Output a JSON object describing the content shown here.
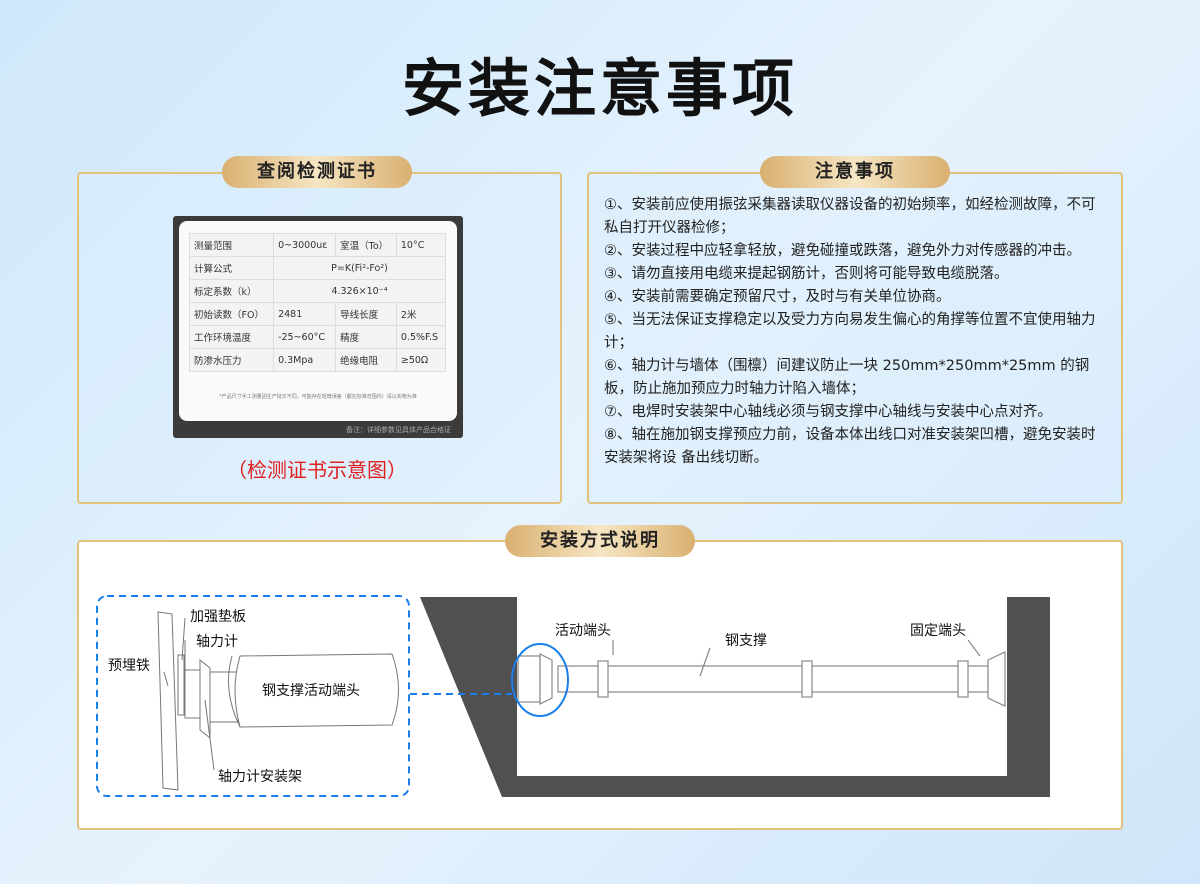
{
  "title": "安装注意事项",
  "certificate": {
    "badge": "查阅检测证书",
    "rows": [
      [
        "测量范围",
        "0~3000uε",
        "室温（To）",
        "10°C"
      ],
      [
        "计算公式",
        "P=K(Fi²-Fo²)"
      ],
      [
        "标定系数（k）",
        "4.326×10⁻⁴"
      ],
      [
        "初始读数（FO）",
        "2481",
        "导线长度",
        "2米"
      ],
      [
        "工作环境温度",
        "-25~60°C",
        "精度",
        "0.5%F.S"
      ],
      [
        "防渗水压力",
        "0.3Mpa",
        "绝缘电阻",
        "≥50Ω"
      ]
    ],
    "note": "*产品尺寸手工测量因生产批次不同，可能存在轻微误差（都在标准范围内）请以实物为准",
    "footer": "备注：详细参数见具体产品合格证",
    "caption": "（检测证书示意图）"
  },
  "notes": {
    "badge": "注意事项",
    "items": [
      "①、安装前应使用振弦采集器读取仪器设备的初始频率，如经检测故障，不可私自打开仪器检修；",
      "②、安装过程中应轻拿轻放，避免碰撞或跌落，避免外力对传感器的冲击。",
      "③、请勿直接用电缆来提起钢筋计，否则将可能导致电缆脱落。",
      "④、安装前需要确定预留尺寸，及时与有关单位协商。",
      "⑤、当无法保证支撑稳定以及受力方向易发生偏心的角撑等位置不宜使用轴力计；",
      "⑥、轴力计与墙体（围檩）间建议防止一块 250mm*250mm*25mm 的钢板，防止施加预应力时轴力计陷入墙体；",
      "⑦、电焊时安装架中心轴线必须与钢支撑中心轴线与安装中心点对齐。",
      "⑧、轴在施加钢支撑预应力前，设备本体出线口对准安装架凹槽，避免安装时安装架将设 备出线切断。"
    ]
  },
  "install": {
    "badge": "安装方式说明",
    "labels": {
      "pad": "加强垫板",
      "meter": "轴力计",
      "embed": "预埋铁",
      "active_head_detail": "钢支撑活动端头",
      "bracket": "轴力计安装架",
      "active_head": "活动端头",
      "steel_brace": "钢支撑",
      "fixed_head": "固定端头"
    }
  },
  "colors": {
    "gold": "#e3c27c",
    "blue": "#1a7ee8",
    "red": "#e02020",
    "wall": "#505050"
  }
}
